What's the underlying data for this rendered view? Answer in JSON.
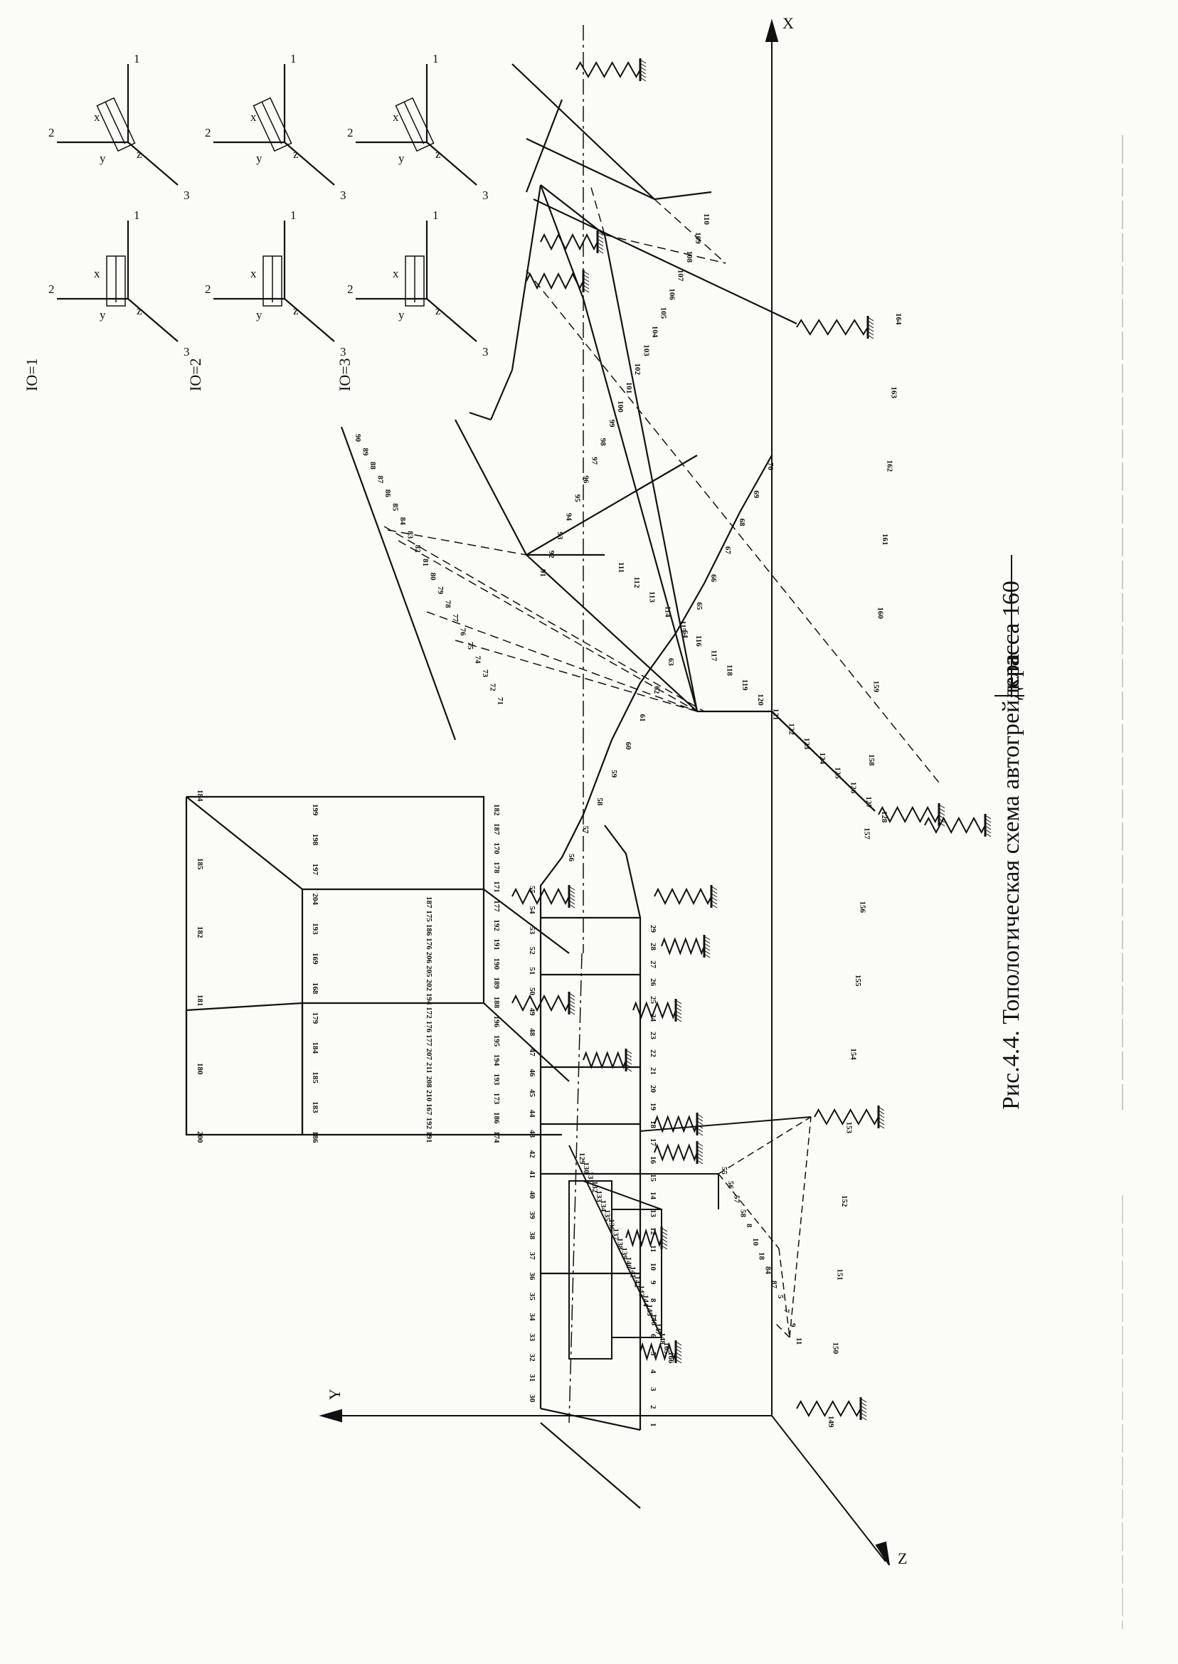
{
  "caption": {
    "text": "Рис.4.4. Топологическая схема автогрейдера",
    "struck_text": "класса 160"
  },
  "axes": {
    "x": "X",
    "y": "Y",
    "z": "Z"
  },
  "frames": [
    {
      "label": "IO=1",
      "left": {
        "axis1": "1",
        "axis2": "2",
        "axis3": "3",
        "local1": "x",
        "local2": "y",
        "local3": "z"
      },
      "right": {
        "axis1": "1",
        "axis2": "2",
        "axis3": "3",
        "local1": "x",
        "local2": "y",
        "local3": "z"
      }
    },
    {
      "label": "IO=2",
      "left": {
        "axis1": "1",
        "axis2": "2",
        "axis3": "3",
        "local1": "x",
        "local2": "y",
        "local3": "z"
      },
      "right": {
        "axis1": "1",
        "axis2": "2",
        "axis3": "3",
        "local1": "x",
        "local2": "y",
        "local3": "z"
      }
    },
    {
      "label": "IO=3",
      "left": {
        "axis1": "1",
        "axis2": "2",
        "axis3": "3",
        "local1": "x",
        "local2": "y",
        "local3": "z"
      },
      "right": {
        "axis1": "1",
        "axis2": "2",
        "axis3": "3",
        "local1": "x",
        "local2": "y",
        "local3": "z"
      }
    }
  ],
  "labels": {
    "cab": [
      "184",
      "185",
      "182",
      "181",
      "180",
      "200",
      "199",
      "198",
      "197",
      "204",
      "193",
      "169",
      "168",
      "179",
      "184",
      "185",
      "183",
      "186",
      "182",
      "187",
      "170",
      "178",
      "171",
      "177",
      "192",
      "191",
      "190",
      "189",
      "188",
      "196",
      "195",
      "194",
      "193",
      "173",
      "186",
      "174",
      "187",
      "175",
      "186",
      "176",
      "206",
      "205",
      "202",
      "194",
      "172",
      "176",
      "177",
      "207",
      "211",
      "208",
      "210",
      "167",
      "192",
      "191"
    ],
    "frame_top": [
      "30",
      "31",
      "32",
      "33",
      "34",
      "35",
      "36",
      "37",
      "38",
      "39",
      "40",
      "41",
      "42",
      "43",
      "44",
      "45",
      "46",
      "47",
      "48",
      "49",
      "50",
      "51",
      "52",
      "53",
      "54",
      "55",
      "56",
      "57",
      "58",
      "59",
      "60",
      "61",
      "62",
      "63",
      "64",
      "65",
      "66",
      "67",
      "68",
      "69",
      "70"
    ],
    "frame_bottom": [
      "1",
      "2",
      "3",
      "4",
      "5",
      "6",
      "7",
      "8",
      "9",
      "10",
      "11",
      "12",
      "13",
      "14",
      "15",
      "16",
      "17",
      "18",
      "19",
      "20",
      "21",
      "22",
      "23",
      "24",
      "25",
      "26",
      "27",
      "28",
      "29"
    ],
    "engine": [
      "129",
      "130",
      "131",
      "132",
      "133",
      "134",
      "135",
      "136",
      "137",
      "138",
      "139",
      "140",
      "141",
      "142",
      "143",
      "144",
      "145",
      "146",
      "147",
      "148",
      "165",
      "166"
    ],
    "blade": [
      "71",
      "72",
      "73",
      "74",
      "75",
      "76",
      "77",
      "78",
      "79",
      "80",
      "81",
      "82",
      "83",
      "84",
      "85",
      "86",
      "87",
      "88",
      "89",
      "90",
      "91",
      "92",
      "93",
      "94",
      "95",
      "96",
      "97",
      "98",
      "99",
      "100",
      "101",
      "102",
      "103",
      "104",
      "105",
      "106",
      "107",
      "108",
      "109",
      "110",
      "111",
      "112",
      "113",
      "114",
      "115",
      "116",
      "117",
      "118",
      "119",
      "120",
      "121",
      "122",
      "123",
      "124",
      "125",
      "126",
      "127",
      "128"
    ],
    "wheels": [
      "149",
      "150",
      "151",
      "152",
      "153",
      "154",
      "155",
      "156",
      "157",
      "158",
      "159",
      "160",
      "161",
      "162",
      "163",
      "164"
    ],
    "front": [
      "55",
      "56",
      "57",
      "58",
      "8",
      "10",
      "18",
      "84",
      "87",
      "5",
      "7",
      "9",
      "11"
    ]
  }
}
